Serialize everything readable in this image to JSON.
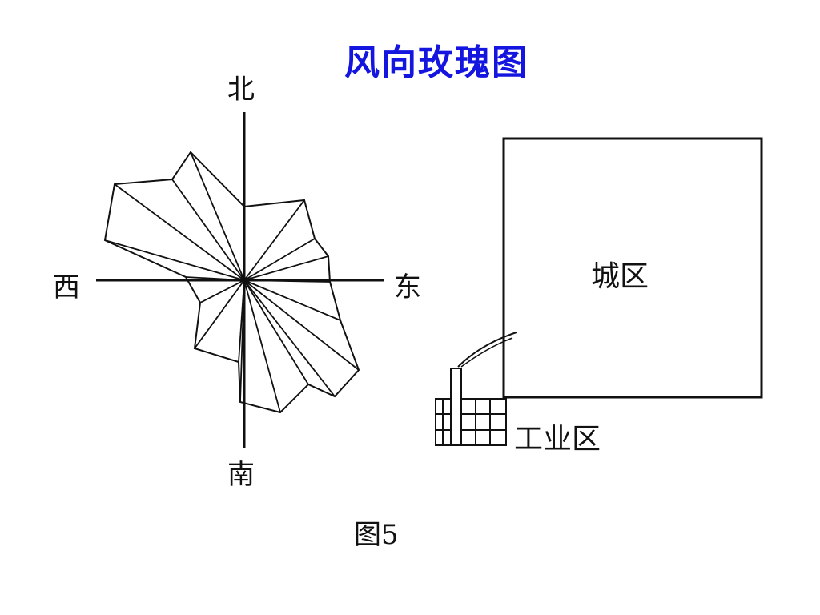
{
  "title": "风向玫瑰图",
  "wind_rose": {
    "directions": {
      "north": "北",
      "south": "南",
      "west": "西",
      "east": "东"
    }
  },
  "map": {
    "city_label": "城区",
    "industrial_label": "工业区"
  },
  "caption": "图5",
  "colors": {
    "title": "#1515e0",
    "lines": "#111111",
    "background": "#ffffff"
  }
}
